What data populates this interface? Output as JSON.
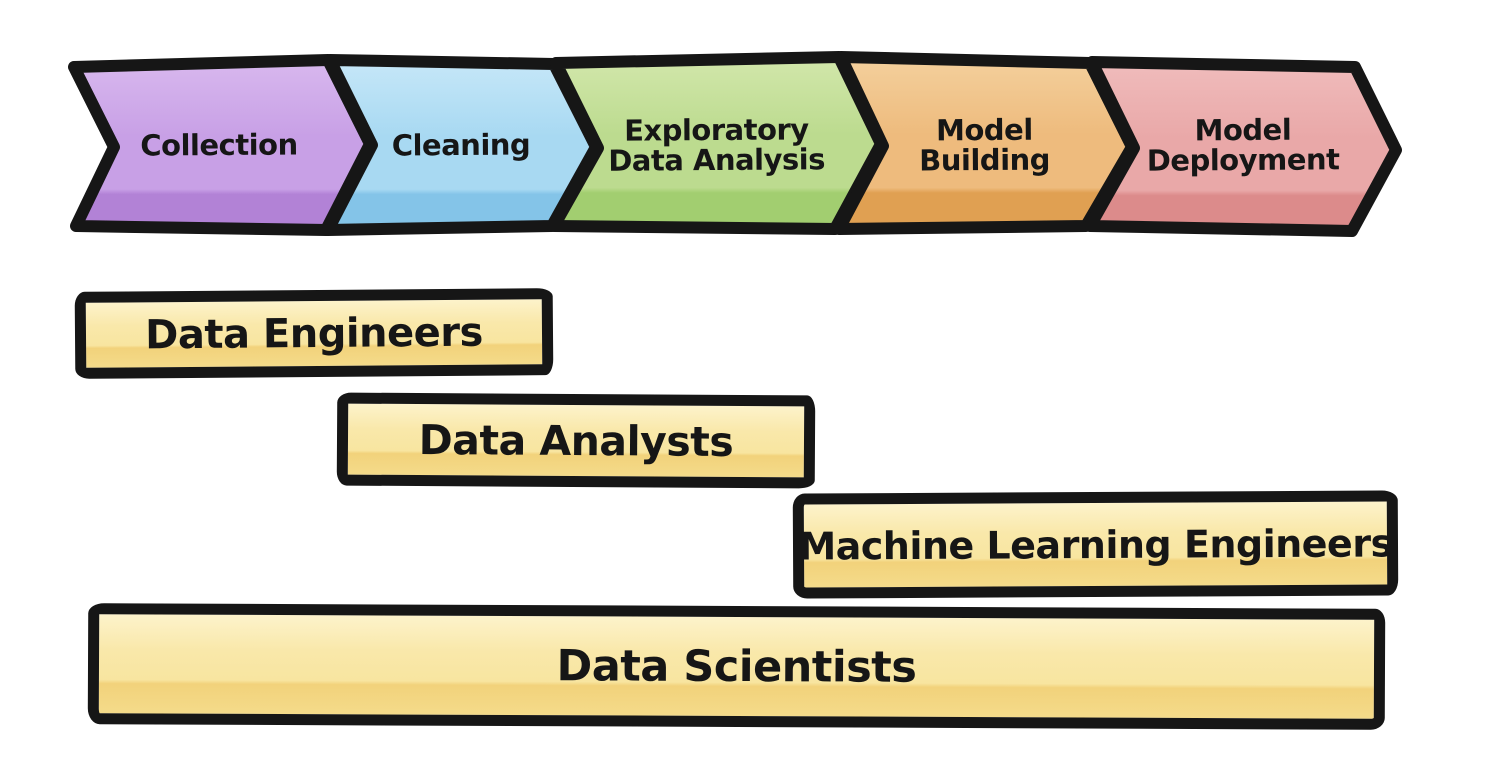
{
  "pipeline": {
    "stages": [
      {
        "label": "Collection",
        "colors": {
          "light": "#d8b8ee",
          "main": "#c8a0e6",
          "dark": "#b282d6"
        }
      },
      {
        "label": "Cleaning",
        "colors": {
          "light": "#c6e7f8",
          "main": "#a8d9f2",
          "dark": "#84c4e8"
        }
      },
      {
        "label": "Exploratory\nData Analysis",
        "colors": {
          "light": "#d2e7ab",
          "main": "#bcdb8f",
          "dark": "#a2ce70"
        }
      },
      {
        "label": "Model\nBuilding",
        "colors": {
          "light": "#f4d09d",
          "main": "#eebb7d",
          "dark": "#e0a052"
        }
      },
      {
        "label": "Model\nDeployment",
        "colors": {
          "light": "#f0bcbc",
          "main": "#e9a8a8",
          "dark": "#dc8b8b"
        }
      }
    ]
  },
  "roles": [
    {
      "label": "Data Engineers",
      "covers_stages": [
        "Collection",
        "Cleaning"
      ]
    },
    {
      "label": "Data Analysts",
      "covers_stages": [
        "Cleaning",
        "Exploratory Data Analysis"
      ]
    },
    {
      "label": "Machine Learning Engineers",
      "covers_stages": [
        "Model Building",
        "Model Deployment"
      ]
    },
    {
      "label": "Data Scientists",
      "covers_stages": [
        "Collection",
        "Cleaning",
        "Exploratory Data Analysis",
        "Model Building",
        "Model Deployment"
      ]
    }
  ],
  "colors": {
    "outline": "#161616",
    "background": "#ffffff",
    "role_bar": {
      "light": "#fdf3cb",
      "main": "#f8e5a0",
      "dark": "#f4db8a"
    }
  }
}
